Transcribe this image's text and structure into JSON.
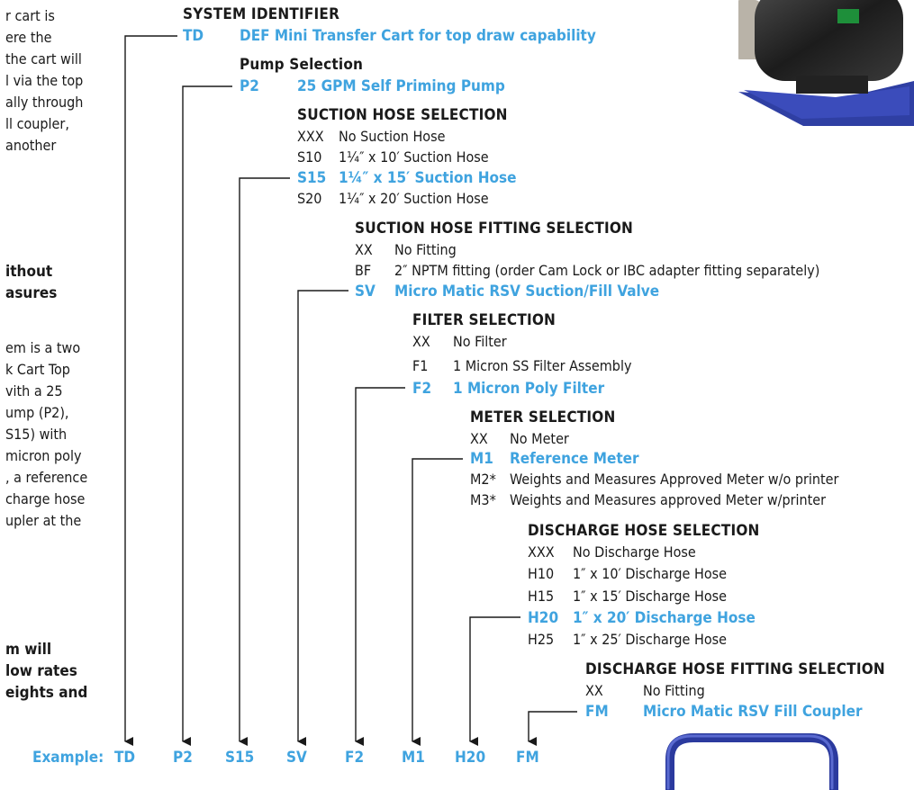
{
  "left_text": {
    "intro_lines": [
      "r cart is",
      "ere the",
      "the cart will",
      "l via the top",
      "ally through",
      "ll coupler,",
      "another"
    ],
    "heading_lines": [
      "ithout",
      "asures"
    ],
    "example_lines": [
      "em is a two",
      "k Cart Top",
      "vith a 25",
      "ump (P2),",
      "S15) with",
      "micron poly",
      ", a reference",
      "charge hose",
      "upler at the"
    ],
    "note_lines": [
      "m will",
      "low rates",
      "eights and"
    ]
  },
  "sections": [
    {
      "title": "SYSTEM IDENTIFIER",
      "options": [
        {
          "code": "TD",
          "desc": "DEF Mini Transfer Cart for top draw capability",
          "selected": true
        }
      ]
    },
    {
      "title": "Pump Selection",
      "options": [
        {
          "code": "P2",
          "desc": "25 GPM Self Priming Pump",
          "selected": true
        }
      ]
    },
    {
      "title": "SUCTION HOSE SELECTION",
      "options": [
        {
          "code": "XXX",
          "desc": "No Suction Hose",
          "selected": false
        },
        {
          "code": "S10",
          "desc": "1¼″ x 10′ Suction Hose",
          "selected": false
        },
        {
          "code": "S15",
          "desc": "1¼″ x 15′ Suction Hose",
          "selected": true
        },
        {
          "code": "S20",
          "desc": "1¼″ x 20′ Suction Hose",
          "selected": false
        }
      ]
    },
    {
      "title": "SUCTION HOSE FITTING SELECTION",
      "options": [
        {
          "code": "XX",
          "desc": "No Fitting",
          "selected": false
        },
        {
          "code": "BF",
          "desc": "2″ NPTM fitting (order Cam Lock or IBC adapter fitting separately)",
          "selected": false
        },
        {
          "code": "SV",
          "desc": "Micro Matic RSV Suction/Fill Valve",
          "selected": true
        }
      ]
    },
    {
      "title": "FILTER SELECTION",
      "options": [
        {
          "code": "XX",
          "desc": "No Filter",
          "selected": false
        },
        {
          "code": "F1",
          "desc": "1 Micron SS Filter Assembly",
          "selected": false
        },
        {
          "code": "F2",
          "desc": "1 Micron Poly Filter",
          "selected": true
        }
      ]
    },
    {
      "title": "METER SELECTION",
      "options": [
        {
          "code": "XX",
          "desc": "No Meter",
          "selected": false
        },
        {
          "code": "M1",
          "desc": "Reference Meter",
          "selected": true
        },
        {
          "code": "M2*",
          "desc": "Weights and Measures Approved Meter w/o printer",
          "selected": false
        },
        {
          "code": "M3*",
          "desc": "Weights and Measures approved Meter w/printer",
          "selected": false
        }
      ]
    },
    {
      "title": "DISCHARGE HOSE SELECTION",
      "options": [
        {
          "code": "XXX",
          "desc": "No Discharge Hose",
          "selected": false
        },
        {
          "code": "H10",
          "desc": "1″ x 10′ Discharge Hose",
          "selected": false
        },
        {
          "code": "H15",
          "desc": "1″ x 15′ Discharge Hose",
          "selected": false
        },
        {
          "code": "H20",
          "desc": "1″ x 20′ Discharge Hose",
          "selected": true
        },
        {
          "code": "H25",
          "desc": "1″ x 25′ Discharge Hose",
          "selected": false
        }
      ]
    },
    {
      "title": "DISCHARGE HOSE FITTING SELECTION",
      "options": [
        {
          "code": "XX",
          "desc": "No Fitting",
          "selected": false
        },
        {
          "code": "FM",
          "desc": "Micro Matic RSV Fill Coupler",
          "selected": true
        }
      ]
    }
  ],
  "example": {
    "label": "Example:",
    "codes": [
      "TD",
      "P2",
      "S15",
      "SV",
      "F2",
      "M1",
      "H20",
      "FM"
    ]
  },
  "colors": {
    "accent": "#3fa3df",
    "text": "#1a1a1a"
  }
}
